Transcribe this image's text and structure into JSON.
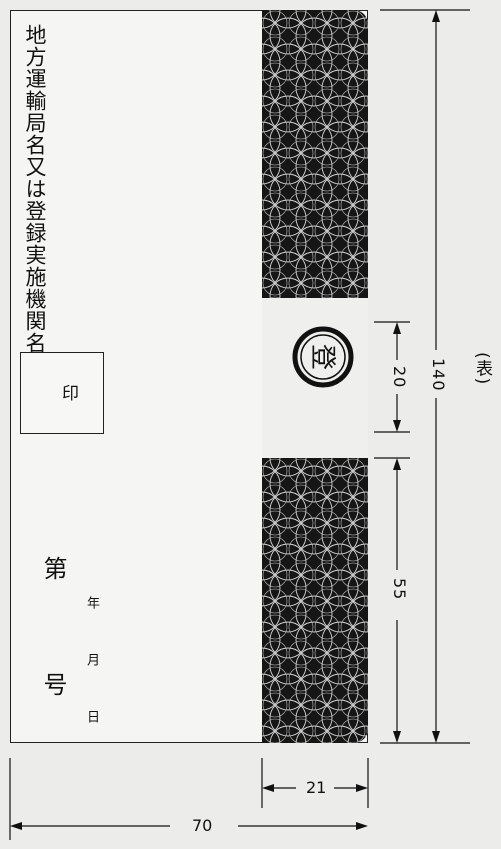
{
  "document": {
    "office_name": "地方運輸局名又は登録実施機関名",
    "seal_label": "印",
    "number_prefix": "第",
    "number_suffix": "号",
    "date_year": "年",
    "date_month": "月",
    "date_day": "日",
    "stamp_char": "登",
    "side_label": "(表)"
  },
  "dimensions": {
    "total_length": "140",
    "stamp_length": "20",
    "band_length": "55",
    "band_width": "21",
    "total_width": "70"
  },
  "colors": {
    "band_dark": "#161616",
    "band_line": "#d8d8d8",
    "border": "#222222"
  }
}
